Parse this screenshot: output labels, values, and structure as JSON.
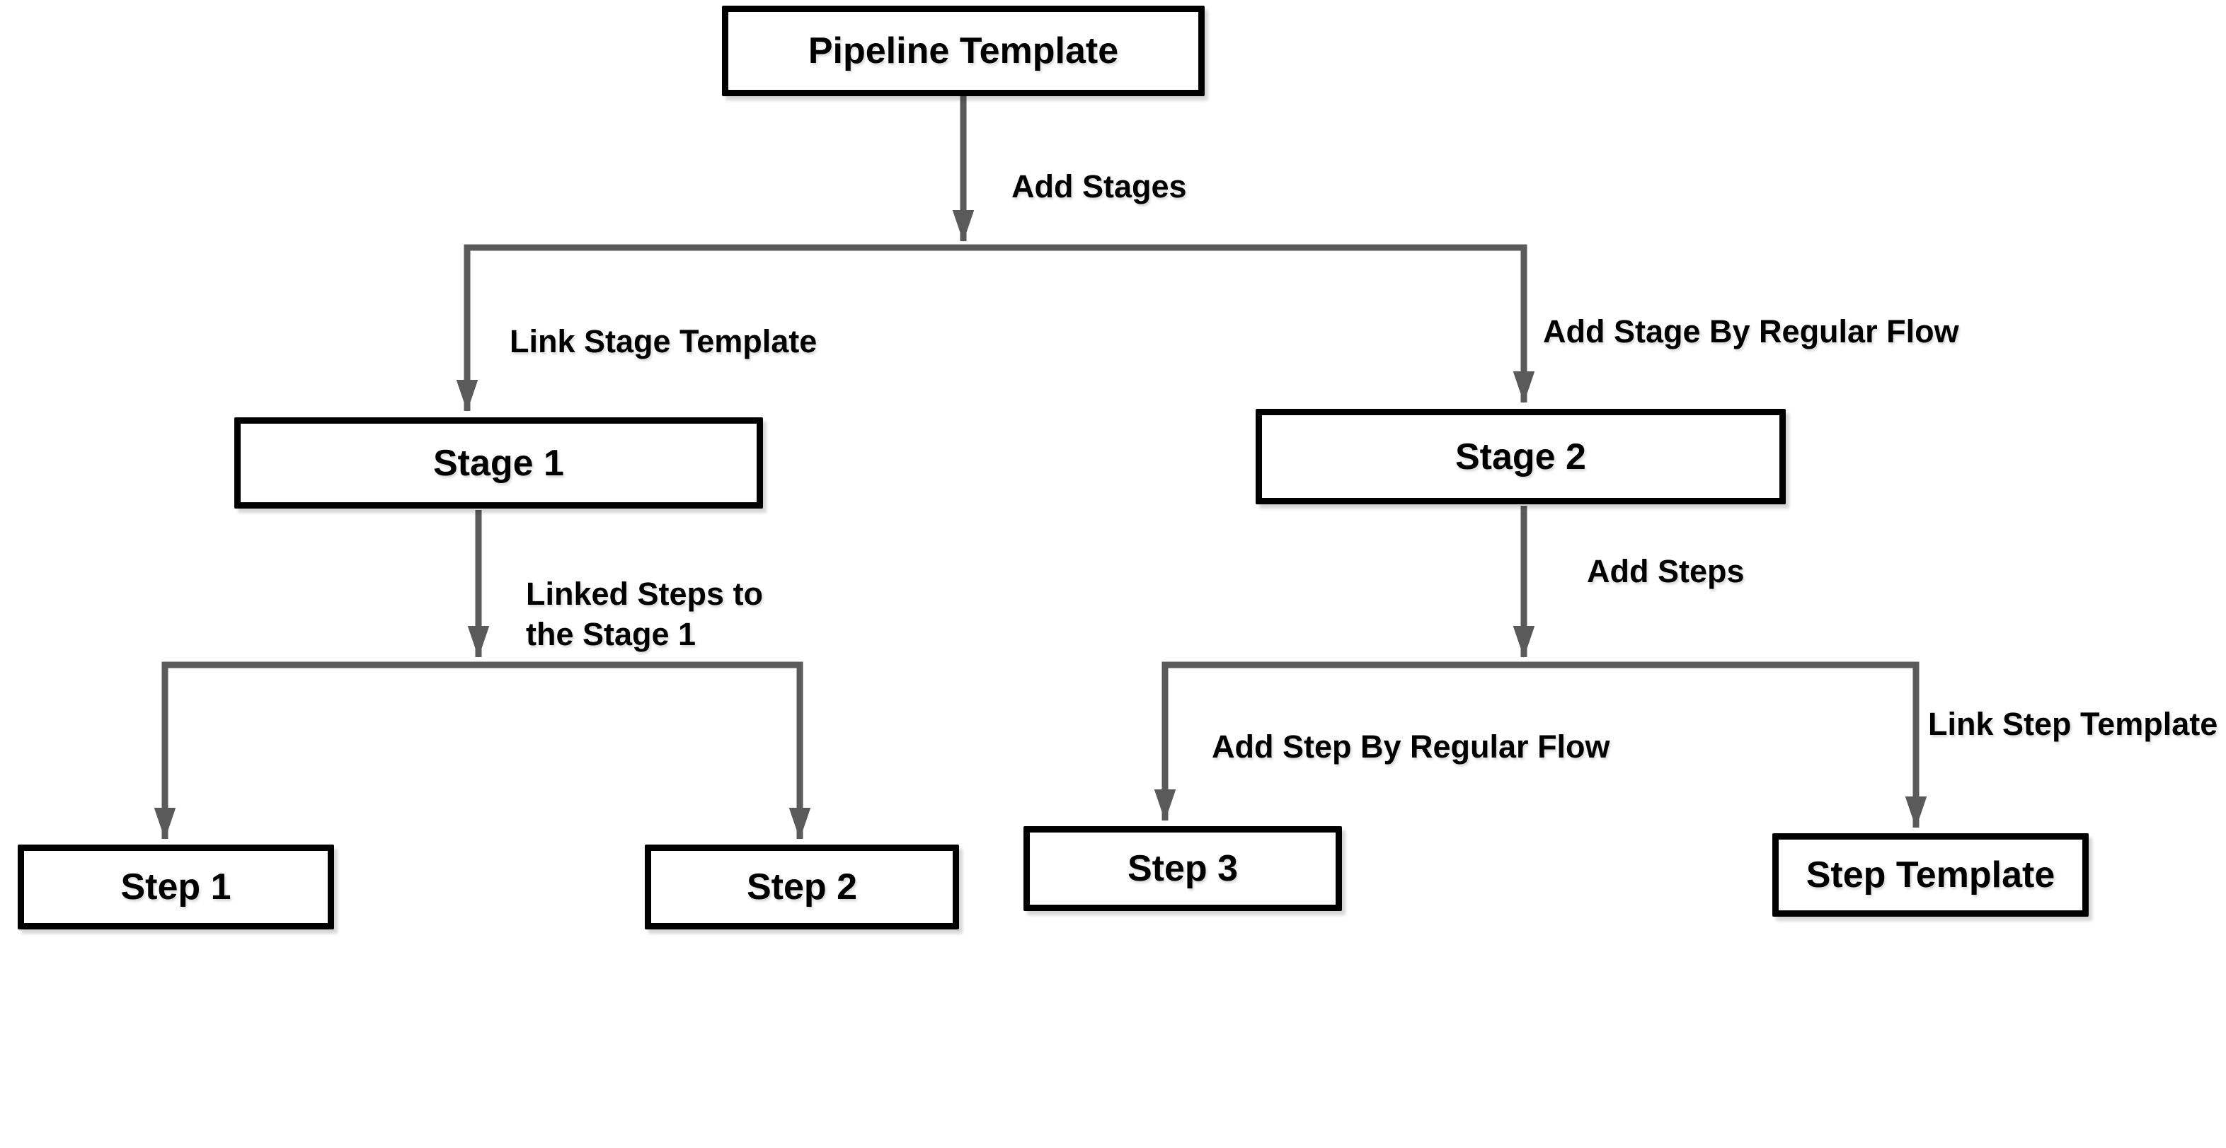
{
  "diagram": {
    "colors": {
      "connector": "#5a5a5a",
      "node_border": "#000000",
      "node_fill": "#ffffff",
      "label_text": "#000000",
      "background": "#ffffff"
    },
    "nodes": {
      "pipeline": {
        "label": "Pipeline Template"
      },
      "stage1": {
        "label": "Stage 1"
      },
      "stage2": {
        "label": "Stage 2"
      },
      "step1": {
        "label": "Step 1"
      },
      "step2": {
        "label": "Step 2"
      },
      "step3": {
        "label": "Step 3"
      },
      "step_template": {
        "label": "Step Template"
      }
    },
    "edge_labels": {
      "add_stages": "Add Stages",
      "link_stage_template": "Link Stage Template",
      "add_stage_by_regular_flow": "Add Stage By Regular Flow",
      "linked_steps_to_stage1": "Linked Steps to\nthe Stage 1",
      "add_steps": "Add Steps",
      "add_step_by_regular_flow": "Add Step By Regular Flow",
      "link_step_template": "Link Step Template"
    }
  }
}
